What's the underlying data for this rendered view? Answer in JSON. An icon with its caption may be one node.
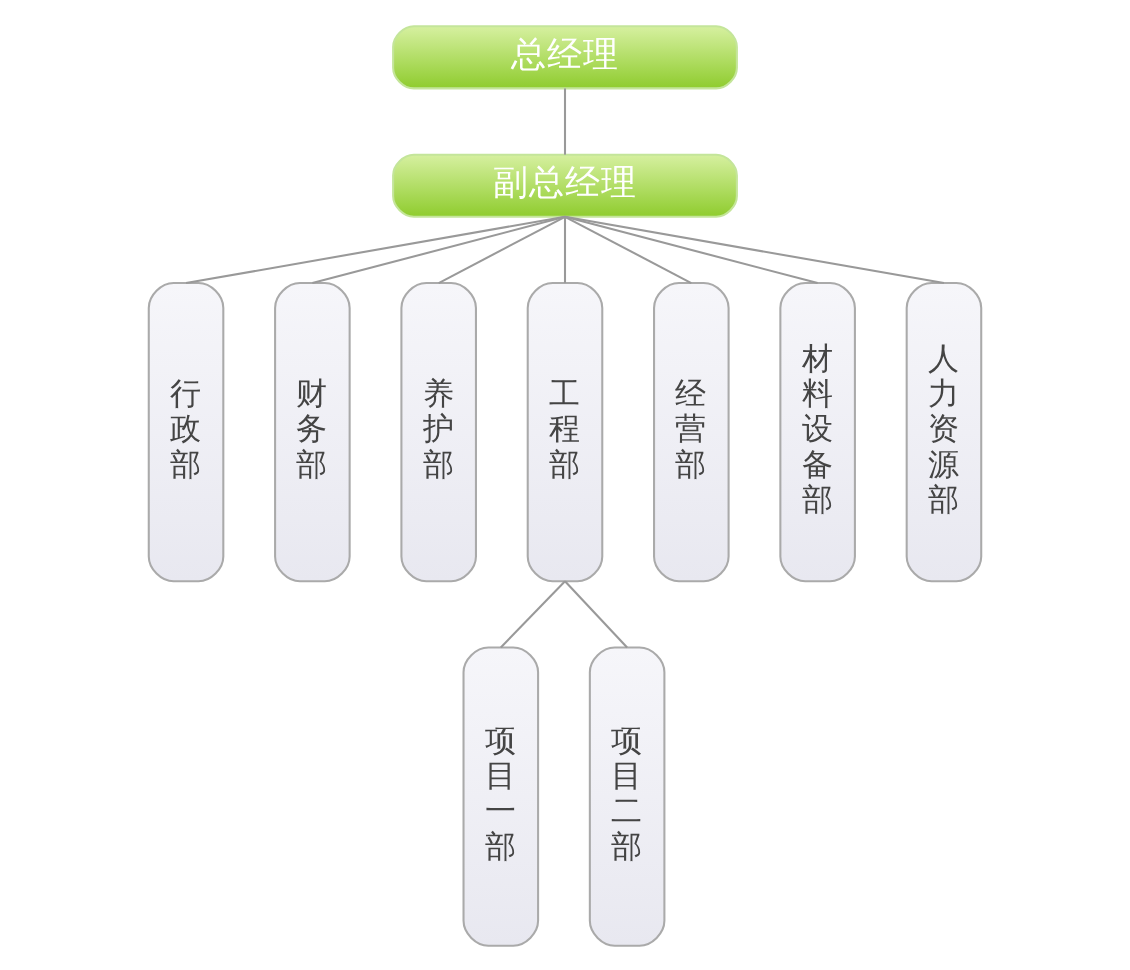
{
  "diagram": {
    "nodes": [
      {
        "text": [
          "总经理"
        ]
      },
      {
        "text": [
          "副总经理"
        ]
      },
      {
        "text": [
          "行政部"
        ]
      },
      {
        "text": [
          "财务部"
        ]
      },
      {
        "text": [
          "养护部"
        ]
      },
      {
        "text": [
          "工程部"
        ]
      },
      {
        "text": [
          "经营部"
        ]
      },
      {
        "text": [
          "材料设备部"
        ]
      },
      {
        "text": [
          "人力资源部"
        ]
      },
      {
        "text": [
          "项目一部"
        ]
      },
      {
        "text": [
          "项目二部"
        ]
      }
    ],
    "edges": [
      {
        "from": 0,
        "to": 1,
        "arrow": "none"
      },
      {
        "from": 1,
        "to": 2,
        "arrow": "none"
      },
      {
        "from": 1,
        "to": 3,
        "arrow": "none"
      },
      {
        "from": 1,
        "to": 4,
        "arrow": "none"
      },
      {
        "from": 1,
        "to": 5,
        "arrow": "none"
      },
      {
        "from": 1,
        "to": 6,
        "arrow": "none"
      },
      {
        "from": 1,
        "to": 7,
        "arrow": "none"
      },
      {
        "from": 1,
        "to": 8,
        "arrow": "none"
      },
      {
        "from": 5,
        "to": 9,
        "arrow": "none"
      },
      {
        "from": 5,
        "to": 10,
        "arrow": "none"
      }
    ]
  }
}
